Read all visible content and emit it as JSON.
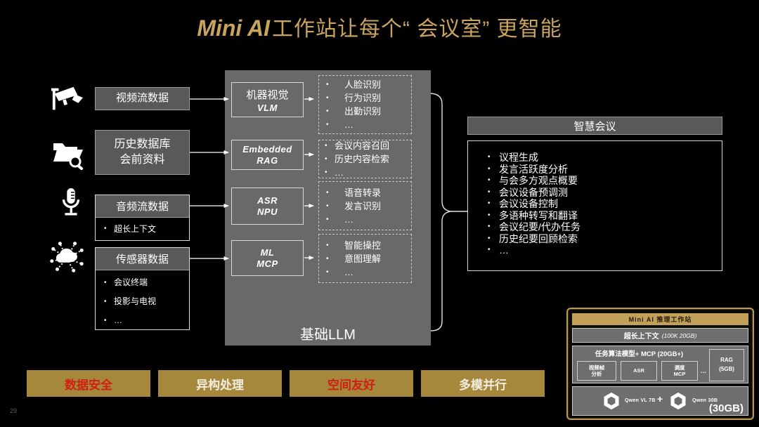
{
  "page_number": "29",
  "title": {
    "brand": "Mini AI",
    "text": "工作站让每个“ 会议室” 更智能"
  },
  "inputs": [
    {
      "icon": "cctv-camera-icon",
      "label": "视频流数据",
      "items": []
    },
    {
      "icon": "folder-search-icon",
      "label": "历史数据库\n会前资料",
      "items": []
    },
    {
      "icon": "microphone-icon",
      "label": "音频流数据",
      "items": [
        "超长上下文"
      ]
    },
    {
      "icon": "sensor-icon",
      "label": "传感器数据",
      "items": [
        "会议终端",
        "投影与电视",
        "…"
      ]
    }
  ],
  "engine": {
    "footer": "基础LLM",
    "modules": [
      {
        "top": "机器视觉",
        "bottom": "VLM",
        "outputs": [
          "人脸识别",
          "行为识别",
          "出勤识别",
          "…"
        ]
      },
      {
        "top": "Embedded",
        "bottom": "RAG",
        "outputs": [
          "会议内容召回",
          "历史内容检索",
          "…"
        ]
      },
      {
        "top": "ASR",
        "bottom": "NPU",
        "outputs": [
          "语音转录",
          "发言识别",
          "…"
        ]
      },
      {
        "top": "ML",
        "bottom": "MCP",
        "outputs": [
          "智能操控",
          "意图理解",
          "…"
        ]
      }
    ]
  },
  "smart_meeting": {
    "title": "智慧会议",
    "items": [
      "议程生成",
      "发言活跃度分析",
      "与会多方观点概要",
      "会议设备预调测",
      "会议设备控制",
      "多语种转写和翻译",
      "会议纪要/代办任务",
      "历史纪要回顾检索",
      "…"
    ]
  },
  "workstation": {
    "title": "Mini AI 推理工作站",
    "context_row": {
      "label": "超长上下文",
      "note": "(100K 20GB)"
    },
    "task_row": {
      "title": "任务算法模型+ MCP (20GB+)",
      "boxes": [
        "视频帧\n分析",
        "ASR",
        "调度\nMCP"
      ],
      "dots": "…",
      "rag": "RAG\n(5GB)"
    },
    "model_row": {
      "model1": "Qwen VL 7B",
      "plus": "+",
      "model2": "Qwen 30B",
      "total": "(30GB)"
    }
  },
  "footer_buttons": [
    {
      "label": "数据安全",
      "color": "#d01f12"
    },
    {
      "label": "异构处理",
      "color": "#f2ede1"
    },
    {
      "label": "空间友好",
      "color": "#d01f12"
    },
    {
      "label": "多模并行",
      "color": "#f2ede1"
    }
  ],
  "colors": {
    "gold": "#c9a45c",
    "button_gold": "#a5883c",
    "panel_gray": "#696969"
  }
}
